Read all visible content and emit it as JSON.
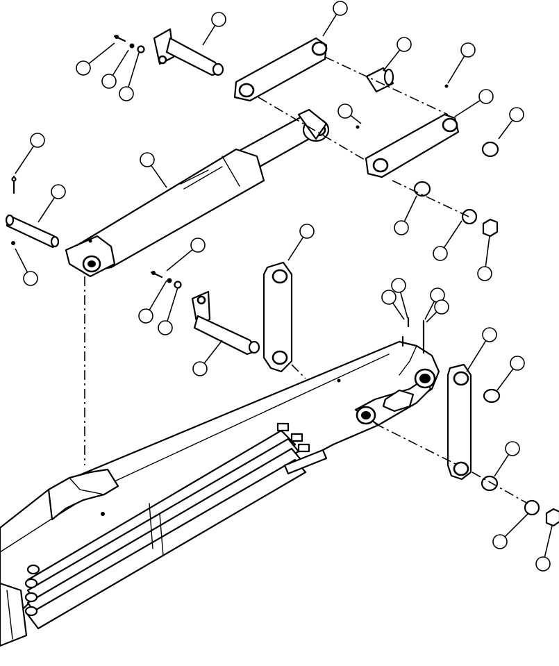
{
  "diagram": {
    "type": "exploded-parts-view",
    "callouts": [
      {
        "id": "c1"
      },
      {
        "id": "c2"
      },
      {
        "id": "c3"
      },
      {
        "id": "c4"
      },
      {
        "id": "c5"
      },
      {
        "id": "c6"
      },
      {
        "id": "c7"
      },
      {
        "id": "c8"
      },
      {
        "id": "c9"
      },
      {
        "id": "c10"
      },
      {
        "id": "c11"
      },
      {
        "id": "c12"
      },
      {
        "id": "c13"
      },
      {
        "id": "c14"
      },
      {
        "id": "c15"
      },
      {
        "id": "c16"
      },
      {
        "id": "c17"
      },
      {
        "id": "c18"
      },
      {
        "id": "c19"
      },
      {
        "id": "c20"
      },
      {
        "id": "c21"
      },
      {
        "id": "c22"
      },
      {
        "id": "c23"
      },
      {
        "id": "c24"
      },
      {
        "id": "c25"
      },
      {
        "id": "c26"
      },
      {
        "id": "c27"
      },
      {
        "id": "c28"
      },
      {
        "id": "c29"
      },
      {
        "id": "c30"
      },
      {
        "id": "c31"
      },
      {
        "id": "c32"
      },
      {
        "id": "c33"
      },
      {
        "id": "c34"
      },
      {
        "id": "c35"
      },
      {
        "id": "c36"
      }
    ],
    "parts": [
      "hydraulic-cylinder",
      "boom-arm",
      "upper-link-left",
      "upper-link-right",
      "vertical-link-center",
      "vertical-link-right",
      "pivot-pin-upper",
      "pivot-pin-lower",
      "cylinder-pin",
      "bushing",
      "washer",
      "lock-nut",
      "bolt",
      "grease-fitting",
      "cotter-pin",
      "hydraulic-lines"
    ]
  }
}
